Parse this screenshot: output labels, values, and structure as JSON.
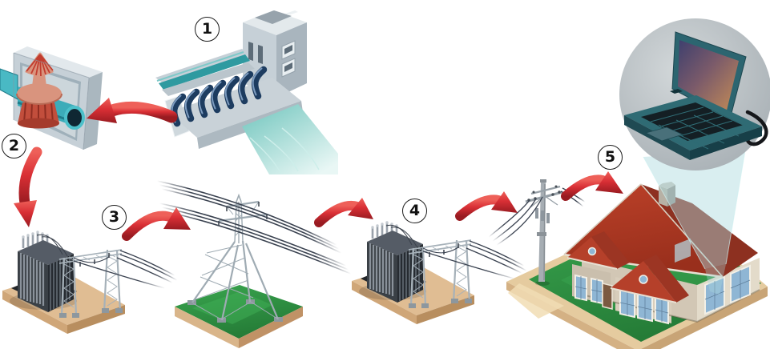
{
  "diagram": {
    "steps": [
      {
        "number": "1",
        "icon": "hydroelectric-dam-icon"
      },
      {
        "number": "2",
        "icon": "turbine-generator-icon"
      },
      {
        "number": "3",
        "icon": "step-up-transformer-substation-icon"
      },
      {
        "number": "4",
        "icon": "step-down-transformer-substation-icon"
      },
      {
        "number": "5",
        "icon": "house-with-laptop-icon"
      }
    ],
    "colors": {
      "background": "#ffffff",
      "arrow_red": "#d92f35",
      "water_teal": "#2f9aa0",
      "outflow_teal": "#86cfc8",
      "penstock_navy": "#1d3c60",
      "turbine_salmon": "#d9947e",
      "pipe_teal": "#3cacb9",
      "steel_gray": "#9fabb3",
      "transformer_dark": "#33383f",
      "ground_tan": "#e0bd93",
      "grass_green": "#2f9a45",
      "roof_red": "#b5402a",
      "wall_cream": "#d2c7b5",
      "window_blue": "#8fb6d4",
      "laptop_teal": "#2f6b74",
      "badge_border": "#1b1b1b"
    }
  }
}
